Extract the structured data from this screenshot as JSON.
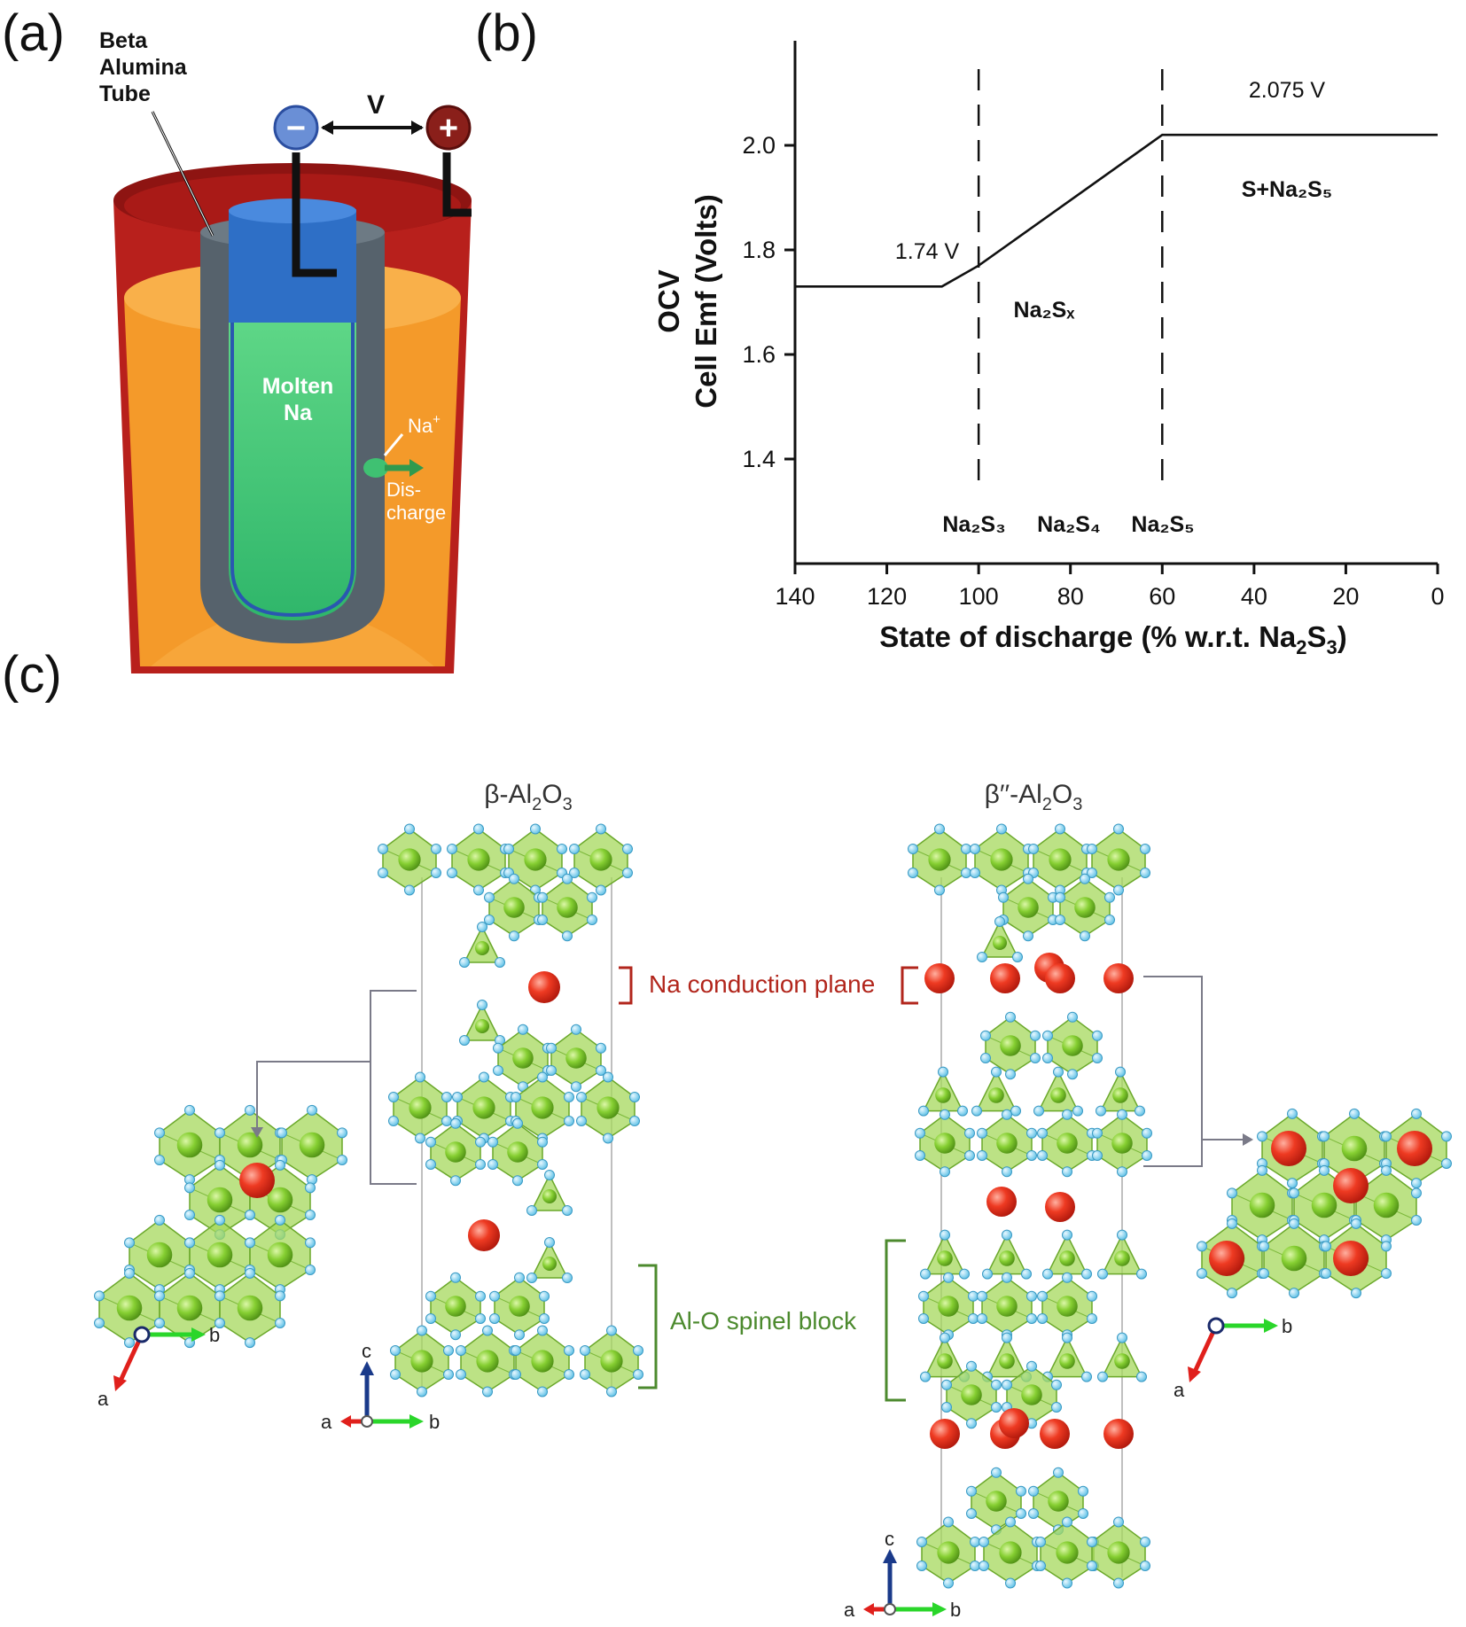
{
  "panel_labels": {
    "a": "(a)",
    "b": "(b)",
    "c": "(c)"
  },
  "panel_a": {
    "tube_label": [
      "Beta",
      "Alumina",
      "Tube"
    ],
    "voltage_label": "V",
    "anode_sign": "−",
    "cathode_sign": "+",
    "molten_label": [
      "Molten",
      "Na"
    ],
    "ion_label": "Na",
    "ion_charge": "+",
    "discharge_label": [
      "Dis-",
      "charge"
    ],
    "colors": {
      "outer": "#b01e1e",
      "electrolyte": "#f59a2b",
      "tube": "#5a6670",
      "sodium": "#3ec87a",
      "anode": "#2d6fc4"
    }
  },
  "chart_data": {
    "type": "line",
    "xlabel": "State of discharge (% w.r.t. Na",
    "xlabel_sub": "2",
    "xlabel_after": "S",
    "xlabel_sub2": "3",
    "xlabel_end": ")",
    "ylabel_line1": "OCV",
    "ylabel_line2": "Cell Emf (Volts)",
    "xlim": [
      140,
      0
    ],
    "ylim": [
      1.2,
      2.2
    ],
    "x_ticks": [
      140,
      120,
      100,
      80,
      60,
      40,
      20,
      0
    ],
    "y_ticks": [
      1.4,
      1.6,
      1.8,
      2.0
    ],
    "y_tick_labels": [
      "1.4",
      "1.6",
      "1.8",
      "2.0"
    ],
    "series": [
      {
        "x": [
          140,
          108,
          100,
          60,
          0
        ],
        "y": [
          1.73,
          1.73,
          1.77,
          2.02,
          2.02
        ]
      }
    ],
    "vlines": [
      100,
      60
    ],
    "annotations": {
      "low_plateau": "1.74 V",
      "high_plateau": "2.075 V",
      "region_right": "S+Na₂S₅",
      "region_middle": "Na₂Sₓ",
      "phase_labels": [
        "Na₂S₃",
        "Na₂S₄",
        "Na₂S₅"
      ]
    },
    "grid": false
  },
  "panel_c": {
    "beta_title": "β-Al",
    "beta_title_sub1": "2",
    "beta_title_o": "O",
    "beta_title_sub2": "3",
    "beta2_title": "β′′-Al",
    "conduction_plane_label": "Na conduction plane",
    "spinel_block_label": "Al-O spinel block",
    "axes_top": {
      "c": "c",
      "a": "a",
      "b": "b"
    },
    "colors": {
      "na": "#e8311f",
      "al": "#7ccc2e",
      "o": "#7fd4f2",
      "conduction": "#b2261c",
      "spinel": "#4c8a2e"
    }
  }
}
